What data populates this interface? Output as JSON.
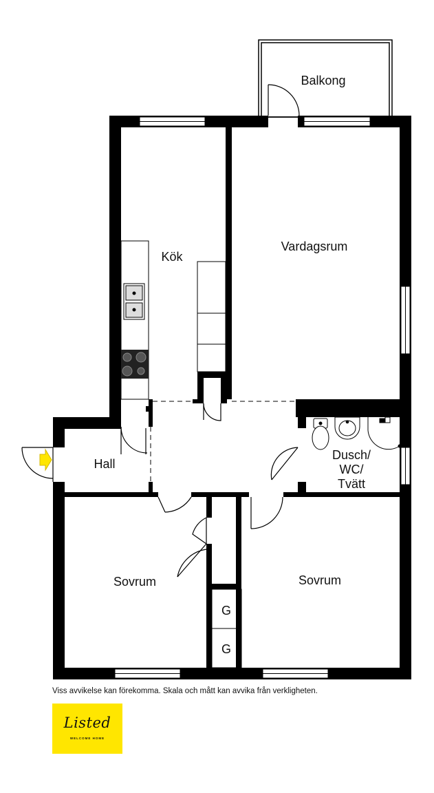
{
  "colors": {
    "wall": "#000000",
    "background": "#ffffff",
    "logo_bg": "#FFE600",
    "entry_arrow": "#FFE600"
  },
  "rooms": {
    "balkong": "Balkong",
    "kok": "Kök",
    "vardagsrum": "Vardagsrum",
    "hall": "Hall",
    "dusch_line1": "Dusch/",
    "dusch_line2": "WC/",
    "dusch_line3": "Tvätt",
    "sovrum_left": "Sovrum",
    "sovrum_right": "Sovrum",
    "closet_1": "G",
    "closet_2": "G"
  },
  "disclaimer": "Viss avvikelse kan förekomma. Skala och mått kan avvika från verkligheten.",
  "logo": {
    "word": "Listed",
    "tagline": "WELCOME HOME"
  },
  "icons": [
    "entry-arrow-icon",
    "double-sink-icon",
    "stove-icon",
    "toilet-icon",
    "washbasin-icon",
    "shower-icon"
  ]
}
